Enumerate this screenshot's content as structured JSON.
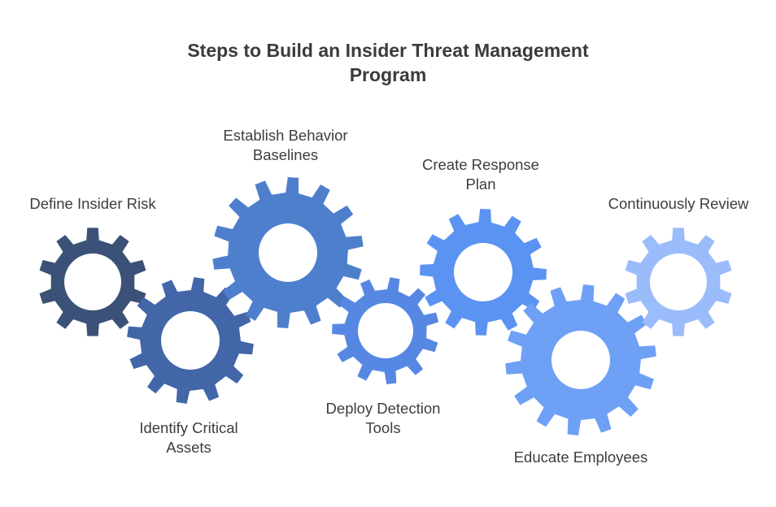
{
  "diagram": {
    "title_lines": [
      "Steps to Build an Insider Threat Management",
      "Program"
    ],
    "steps": [
      {
        "label_lines": [
          "Define Insider Risk"
        ],
        "color": "#3b5177"
      },
      {
        "label_lines": [
          "Identify Critical",
          "Assets"
        ],
        "color": "#4266a8"
      },
      {
        "label_lines": [
          "Establish Behavior",
          "Baselines"
        ],
        "color": "#4e7fcc"
      },
      {
        "label_lines": [
          "Deploy Detection",
          "Tools"
        ],
        "color": "#5688e3"
      },
      {
        "label_lines": [
          "Create Response",
          "Plan"
        ],
        "color": "#5b93f2"
      },
      {
        "label_lines": [
          "Educate Employees"
        ],
        "color": "#6ea0f6"
      },
      {
        "label_lines": [
          "Continuously Review"
        ],
        "color": "#9bbcfb"
      }
    ]
  }
}
